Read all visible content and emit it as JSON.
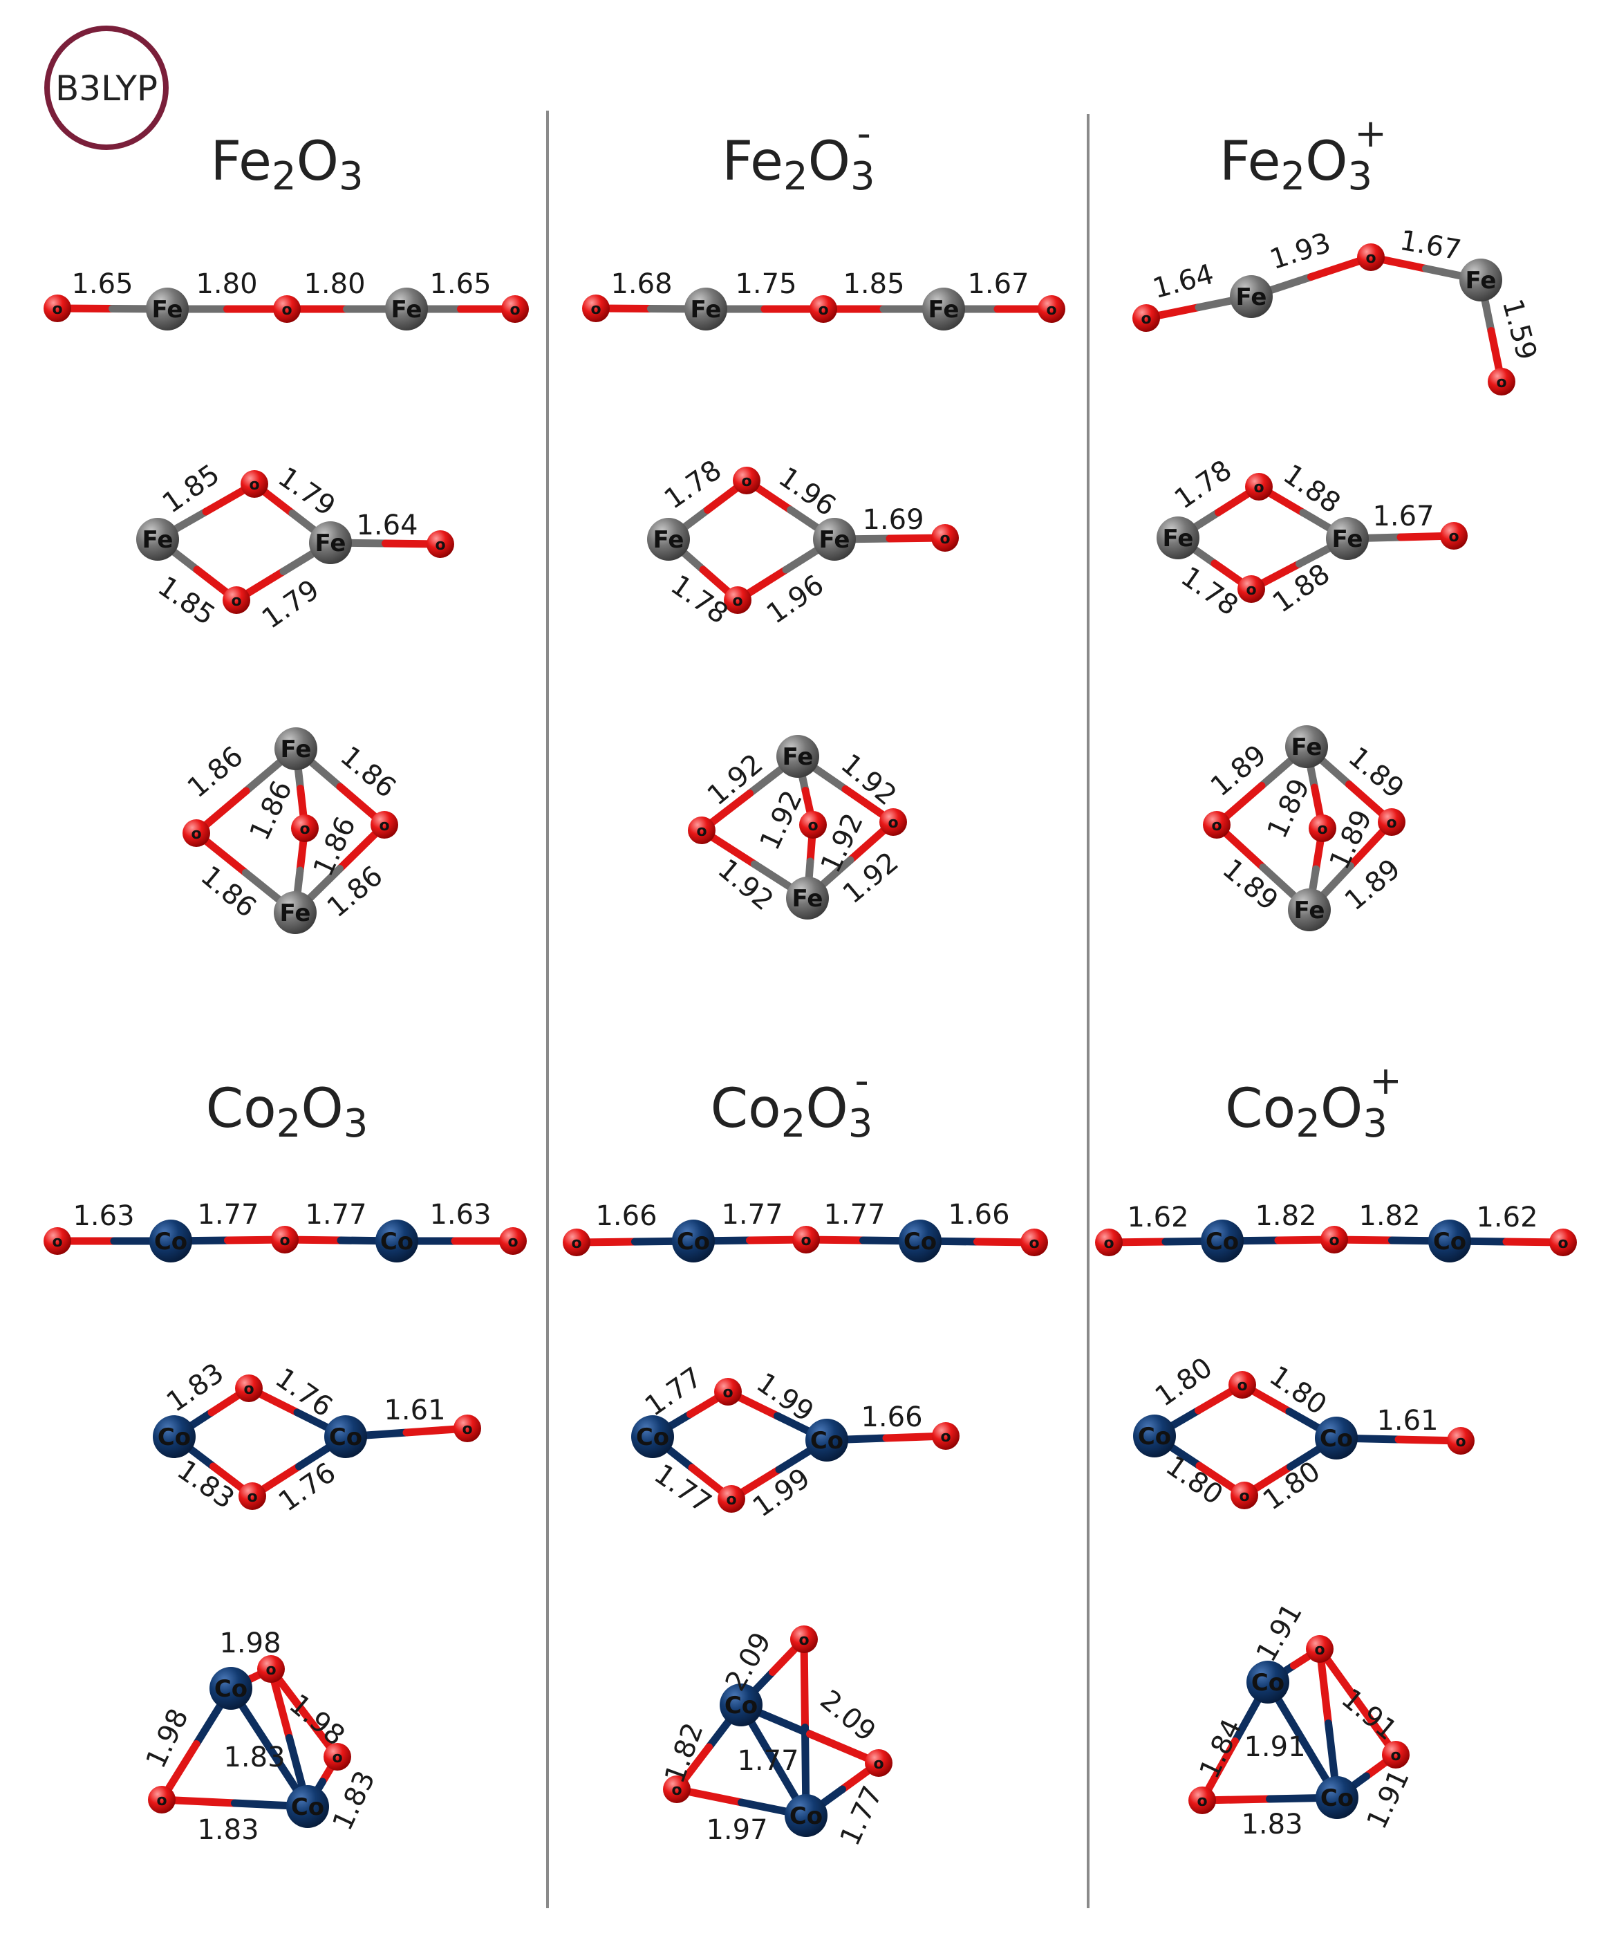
{
  "badge": {
    "text": "B3LYP",
    "color": "#7a1f3a"
  },
  "colors": {
    "Fe": "#6e6e6e",
    "Co": "#0d2e5e",
    "O": "#e01515",
    "divider": "#888888"
  },
  "panels": [
    {
      "id": "fe-neutral",
      "title": "Fe2O3",
      "parts": [
        [
          "Fe",
          ""
        ],
        [
          "2",
          "sub"
        ],
        [
          "O",
          ""
        ],
        [
          "3",
          "sub"
        ]
      ],
      "charge": "",
      "structures": [
        [
          "1.65",
          "1.80",
          "1.80",
          "1.65"
        ],
        [
          "1.85",
          "1.79",
          "1.85",
          "1.79",
          "1.64"
        ],
        [
          "1.86",
          "1.86",
          "1.86",
          "1.86",
          "1.86",
          "1.86"
        ]
      ]
    },
    {
      "id": "fe-anion",
      "title": "Fe2O3-",
      "parts": [
        [
          "Fe",
          ""
        ],
        [
          "2",
          "sub"
        ],
        [
          "O",
          ""
        ],
        [
          "3",
          "sub"
        ]
      ],
      "charge": "-",
      "structures": [
        [
          "1.68",
          "1.75",
          "1.85",
          "1.67"
        ],
        [
          "1.78",
          "1.96",
          "1.78",
          "1.96",
          "1.69"
        ],
        [
          "1.92",
          "1.92",
          "1.92",
          "1.92",
          "1.92",
          "1.92"
        ]
      ]
    },
    {
      "id": "fe-cation",
      "title": "Fe2O3+",
      "parts": [
        [
          "Fe",
          ""
        ],
        [
          "2",
          "sub"
        ],
        [
          "O",
          ""
        ],
        [
          "3",
          "sub"
        ]
      ],
      "charge": "+",
      "structures": [
        [
          "1.64",
          "1.93",
          "1.67",
          "1.59"
        ],
        [
          "1.78",
          "1.88",
          "1.78",
          "1.88",
          "1.67"
        ],
        [
          "1.89",
          "1.89",
          "1.89",
          "1.89",
          "1.89",
          "1.89"
        ]
      ]
    },
    {
      "id": "co-neutral",
      "title": "Co2O3",
      "parts": [
        [
          "Co",
          ""
        ],
        [
          "2",
          "sub"
        ],
        [
          "O",
          ""
        ],
        [
          "3",
          "sub"
        ]
      ],
      "charge": "",
      "structures": [
        [
          "1.63",
          "1.77",
          "1.77",
          "1.63"
        ],
        [
          "1.83",
          "1.76",
          "1.83",
          "1.76",
          "1.61"
        ],
        [
          "1.98",
          "1.98",
          "1.98",
          "1.83",
          "1.83",
          "1.83"
        ]
      ]
    },
    {
      "id": "co-anion",
      "title": "Co2O3-",
      "parts": [
        [
          "Co",
          ""
        ],
        [
          "2",
          "sub"
        ],
        [
          "O",
          ""
        ],
        [
          "3",
          "sub"
        ]
      ],
      "charge": "-",
      "structures": [
        [
          "1.66",
          "1.77",
          "1.77",
          "1.66"
        ],
        [
          "1.77",
          "1.99",
          "1.77",
          "1.99",
          "1.66"
        ],
        [
          "2.09",
          "2.09",
          "1.82",
          "1.77",
          "1.97",
          "1.77"
        ]
      ]
    },
    {
      "id": "co-cation",
      "title": "Co2O3+",
      "parts": [
        [
          "Co",
          ""
        ],
        [
          "2",
          "sub"
        ],
        [
          "O",
          ""
        ],
        [
          "3",
          "sub"
        ]
      ],
      "charge": "+",
      "structures": [
        [
          "1.62",
          "1.82",
          "1.82",
          "1.62"
        ],
        [
          "1.80",
          "1.80",
          "1.80",
          "1.80",
          "1.61"
        ],
        [
          "1.91",
          "1.91",
          "1.84",
          "1.91",
          "1.83",
          "1.91"
        ]
      ]
    }
  ]
}
